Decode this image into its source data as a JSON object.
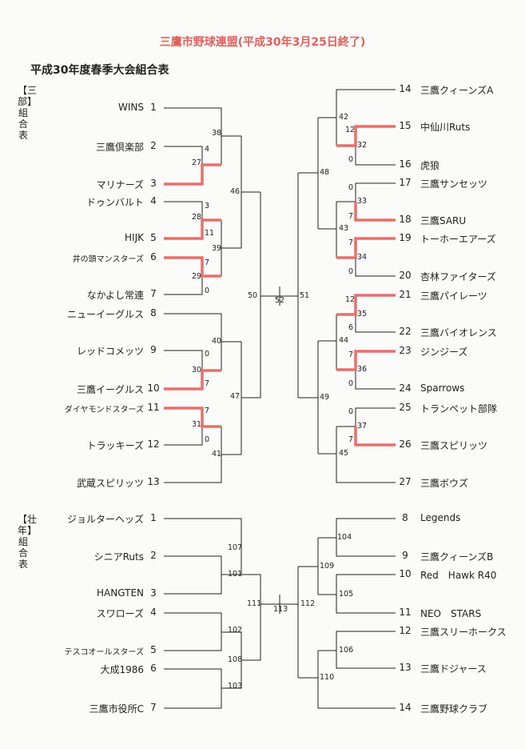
{
  "header": {
    "title": "三鷹市野球連盟(平成30年3月25日終了)",
    "subtitle": "平成30年度春季大会組合表"
  },
  "div1": {
    "label": "【三部】組合表",
    "teams": [
      {
        "no": "1",
        "name": "WINS"
      },
      {
        "no": "2",
        "name": "三鷹倶楽部"
      },
      {
        "no": "3",
        "name": "マリナーズ"
      },
      {
        "no": "4",
        "name": "ドゥンバルト"
      },
      {
        "no": "5",
        "name": "HIJK"
      },
      {
        "no": "6",
        "name": "井の頭マンスターズ"
      },
      {
        "no": "7",
        "name": "なかよし常連"
      },
      {
        "no": "8",
        "name": "ニューイーグルス"
      },
      {
        "no": "9",
        "name": "レッドコメッツ"
      },
      {
        "no": "10",
        "name": "三鷹イーグルス"
      },
      {
        "no": "11",
        "name": "ダイヤモンドスターズ"
      },
      {
        "no": "12",
        "name": "トラッキーズ"
      },
      {
        "no": "13",
        "name": "武蔵スピリッツ"
      },
      {
        "no": "14",
        "name": "三鷹クィーンズA"
      },
      {
        "no": "15",
        "name": "中仙川Ruts"
      },
      {
        "no": "16",
        "name": "虎狼"
      },
      {
        "no": "17",
        "name": "三鷹サンセッツ"
      },
      {
        "no": "18",
        "name": "三鷹SARU"
      },
      {
        "no": "19",
        "name": "トーホーエアーズ"
      },
      {
        "no": "20",
        "name": "杏林ファイターズ"
      },
      {
        "no": "21",
        "name": "三鷹パイレーツ"
      },
      {
        "no": "22",
        "name": "三鷹バイオレンス"
      },
      {
        "no": "23",
        "name": "ジンジーズ"
      },
      {
        "no": "24",
        "name": "Sparrows"
      },
      {
        "no": "25",
        "name": "トランペット部隊"
      },
      {
        "no": "26",
        "name": "三鷹スピリッツ"
      },
      {
        "no": "27",
        "name": "三鷹ボウズ"
      }
    ],
    "games": [
      "38",
      "27",
      "4",
      "46",
      "28",
      "3",
      "11",
      "39",
      "7",
      "29",
      "0",
      "50",
      "52",
      "51",
      "40",
      "30",
      "0",
      "7",
      "47",
      "7",
      "31",
      "0",
      "41",
      "42",
      "12",
      "32",
      "0",
      "48",
      "0",
      "33",
      "7",
      "43",
      "7",
      "34",
      "0",
      "12",
      "35",
      "6",
      "44",
      "7",
      "36",
      "0",
      "49",
      "0",
      "37",
      "7",
      "45"
    ]
  },
  "div2": {
    "label": "【壮年】組合表",
    "teams": [
      {
        "no": "1",
        "name": "ジョルターヘッズ"
      },
      {
        "no": "2",
        "name": "シニアRuts"
      },
      {
        "no": "3",
        "name": "HANGTEN"
      },
      {
        "no": "4",
        "name": "スワローズ"
      },
      {
        "no": "5",
        "name": "テスコオールスターズ"
      },
      {
        "no": "6",
        "name": "大成1986"
      },
      {
        "no": "7",
        "name": "三鷹市役所C"
      },
      {
        "no": "8",
        "name": "Legends"
      },
      {
        "no": "9",
        "name": "三鷹クィーンズB"
      },
      {
        "no": "10",
        "name": "Red　Hawk R40"
      },
      {
        "no": "11",
        "name": "NEO　STARS"
      },
      {
        "no": "12",
        "name": "三鷹スリーホークス"
      },
      {
        "no": "13",
        "name": "三鷹ドジャース"
      },
      {
        "no": "14",
        "name": "三鷹野球クラブ"
      }
    ],
    "games": [
      "107",
      "101",
      "111",
      "113",
      "112",
      "102",
      "108",
      "103",
      "104",
      "109",
      "105",
      "106",
      "110"
    ]
  },
  "colors": {
    "winner": "#e8706a",
    "title": "#e0605a",
    "line": "#222222"
  }
}
